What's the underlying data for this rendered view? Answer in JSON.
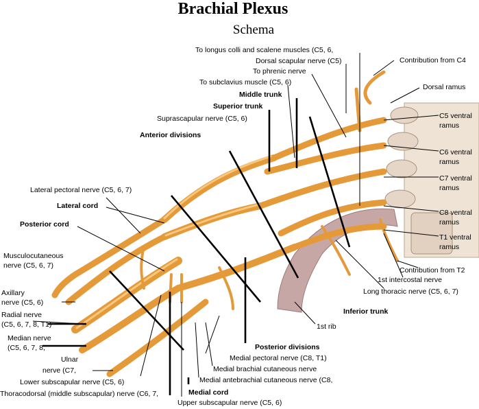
{
  "title": "Brachial Plexus",
  "subtitle": "Schema",
  "labels": {
    "longus_colli": "To longus colli and scalene muscles (C5, 6,",
    "dorsal_scapular": "Dorsal scapular nerve (C5)",
    "phrenic": "To phrenic nerve",
    "subclavius": "To subclavius muscle (C5, 6)",
    "middle_trunk": "Middle trunk",
    "superior_trunk": "Superior trunk",
    "suprascapular": "Suprascapular nerve (C5, 6)",
    "anterior_divisions": "Anterior divisions",
    "contribution_c4": "Contribution from C4",
    "dorsal_ramus": "Dorsal ramus",
    "c5_a": "C5 ventral",
    "c5_b": "ramus",
    "c6_a": "C6 ventral",
    "c6_b": "ramus",
    "c7_a": "C7 ventral",
    "c7_b": "ramus",
    "c8_a": "C8 ventral",
    "c8_b": "ramus",
    "t1_a": "T1 ventral",
    "t1_b": "ramus",
    "contribution_t2": "Contribution from T2",
    "first_intercostal": "1st intercostal nerve",
    "long_thoracic": "Long thoracic nerve (C5, 6, 7)",
    "inferior_trunk": "Inferior trunk",
    "first_rib": "1st rib",
    "lateral_pectoral": "Lateral pectoral nerve (C5, 6, 7)",
    "lateral_cord": "Lateral cord",
    "posterior_cord": "Posterior cord",
    "musculo_a": "Musculocutaneous",
    "musculo_b": "nerve (C5, 6, 7)",
    "axillary_a": "Axillary",
    "axillary_b": "nerve (C5, 6)",
    "radial_a": "Radial nerve",
    "radial_b": "(C5, 6, 7, 8, T1)",
    "median_a": "Median nerve",
    "median_b": "(C5, 6, 7, 8,",
    "ulnar_a": "Ulnar",
    "ulnar_b": "nerve (C7,",
    "posterior_divisions": "Posterior divisions",
    "medial_pectoral": "Medial pectoral nerve (C8, T1)",
    "medial_brachial": "Medial brachial cutaneous nerve",
    "medial_antebrachial": "Medial antebrachial cutaneous nerve (C8,",
    "lower_subscapular": "Lower subscapular nerve (C5, 6)",
    "thoracodorsal": "Thoracodorsal (middle subscapular) nerve (C6, 7,",
    "medial_cord": "Medial cord",
    "upper_subscapular": "Upper subscapular nerve (C5, 6)"
  },
  "colors": {
    "nerve": "#e59a3a",
    "nerve_highlight": "#f7c77e",
    "bone": "#e6d6c8",
    "rib": "#c7a6a6"
  }
}
